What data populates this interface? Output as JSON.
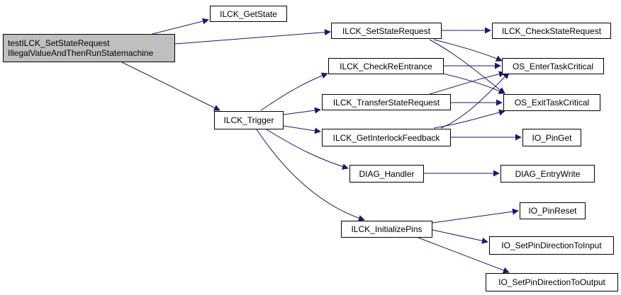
{
  "colors": {
    "edge": "#191970",
    "root_fill": "#bfbfbf",
    "node_border": "#000000"
  },
  "nodes": {
    "root": {
      "line1": "testILCK_SetStateRequest",
      "line2": "IllegalValueAndThenRunStatemachine"
    },
    "get_state": "ILCK_GetState",
    "set_state_request": "ILCK_SetStateRequest",
    "check_state_request": "ILCK_CheckStateRequest",
    "check_reentrance": "ILCK_CheckReEntrance",
    "enter_critical": "OS_EnterTaskCritical",
    "trigger": "ILCK_Trigger",
    "transfer_state_request": "ILCK_TransferStateRequest",
    "exit_critical": "OS_ExitTaskCritical",
    "get_interlock_feedback": "ILCK_GetInterlockFeedback",
    "io_pin_get": "IO_PinGet",
    "diag_handler": "DIAG_Handler",
    "diag_entry_write": "DIAG_EntryWrite",
    "initialize_pins": "ILCK_InitializePins",
    "io_pin_reset": "IO_PinReset",
    "io_set_pin_input": "IO_SetPinDirectionToInput",
    "io_set_pin_output": "IO_SetPinDirectionToOutput"
  }
}
